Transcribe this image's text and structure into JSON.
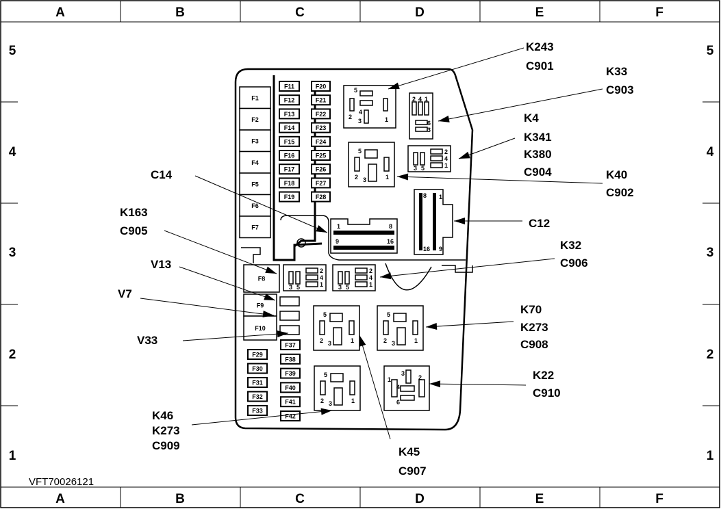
{
  "figure_id": "VFT70026121",
  "grid": {
    "columns": [
      "A",
      "B",
      "C",
      "D",
      "E",
      "F"
    ],
    "rows": [
      "5",
      "4",
      "3",
      "2",
      "1"
    ]
  },
  "fuses": {
    "large": [
      "F1",
      "F2",
      "F3",
      "F4",
      "F5",
      "F6",
      "F7"
    ],
    "medium": [
      "F8",
      "F9",
      "F10"
    ],
    "col_c1": [
      "F11",
      "F12",
      "F13",
      "F14",
      "F15",
      "F16",
      "F17",
      "F18",
      "F19"
    ],
    "col_c2": [
      "F20",
      "F21",
      "F22",
      "F23",
      "F24",
      "F25",
      "F26",
      "F27",
      "F28"
    ],
    "col_b": [
      "F29",
      "F30",
      "F31",
      "F32",
      "F33"
    ],
    "col_c3": [
      "F37",
      "F38",
      "F39",
      "F40",
      "F41",
      "F42"
    ]
  },
  "callouts": [
    {
      "id": "k243",
      "lines": [
        "K243",
        "C901"
      ]
    },
    {
      "id": "k33",
      "lines": [
        "K33",
        "C903"
      ]
    },
    {
      "id": "k4",
      "lines": [
        "K4",
        "K341",
        "K380",
        "C904"
      ]
    },
    {
      "id": "k40",
      "lines": [
        "K40",
        "C902"
      ]
    },
    {
      "id": "c12",
      "lines": [
        "C12"
      ]
    },
    {
      "id": "c14",
      "lines": [
        "C14"
      ]
    },
    {
      "id": "k163",
      "lines": [
        "K163",
        "C905"
      ]
    },
    {
      "id": "v13",
      "lines": [
        "V13"
      ]
    },
    {
      "id": "v7",
      "lines": [
        "V7"
      ]
    },
    {
      "id": "v33",
      "lines": [
        "V33"
      ]
    },
    {
      "id": "k32",
      "lines": [
        "K32",
        "C906"
      ]
    },
    {
      "id": "k70",
      "lines": [
        "K70",
        "K273",
        "C908"
      ]
    },
    {
      "id": "k22",
      "lines": [
        "K22",
        "C910"
      ]
    },
    {
      "id": "k46",
      "lines": [
        "K46",
        "K273",
        "C909"
      ]
    },
    {
      "id": "k45",
      "lines": [
        "K45",
        "C907"
      ]
    }
  ],
  "pins": {
    "relay5": [
      "5",
      "2",
      "4",
      "3",
      "1"
    ],
    "relay_std": [
      "5",
      "2",
      "3",
      "1"
    ],
    "k33": [
      "2",
      "4",
      "1",
      "6",
      "3"
    ],
    "mini": [
      "2",
      "4",
      "1",
      "3",
      "5"
    ],
    "k22": [
      "1",
      "3",
      "2",
      "4",
      "6"
    ],
    "c14": [
      "1",
      "8",
      "9",
      "16"
    ],
    "c12": [
      "1",
      "8",
      "9",
      "16"
    ]
  }
}
